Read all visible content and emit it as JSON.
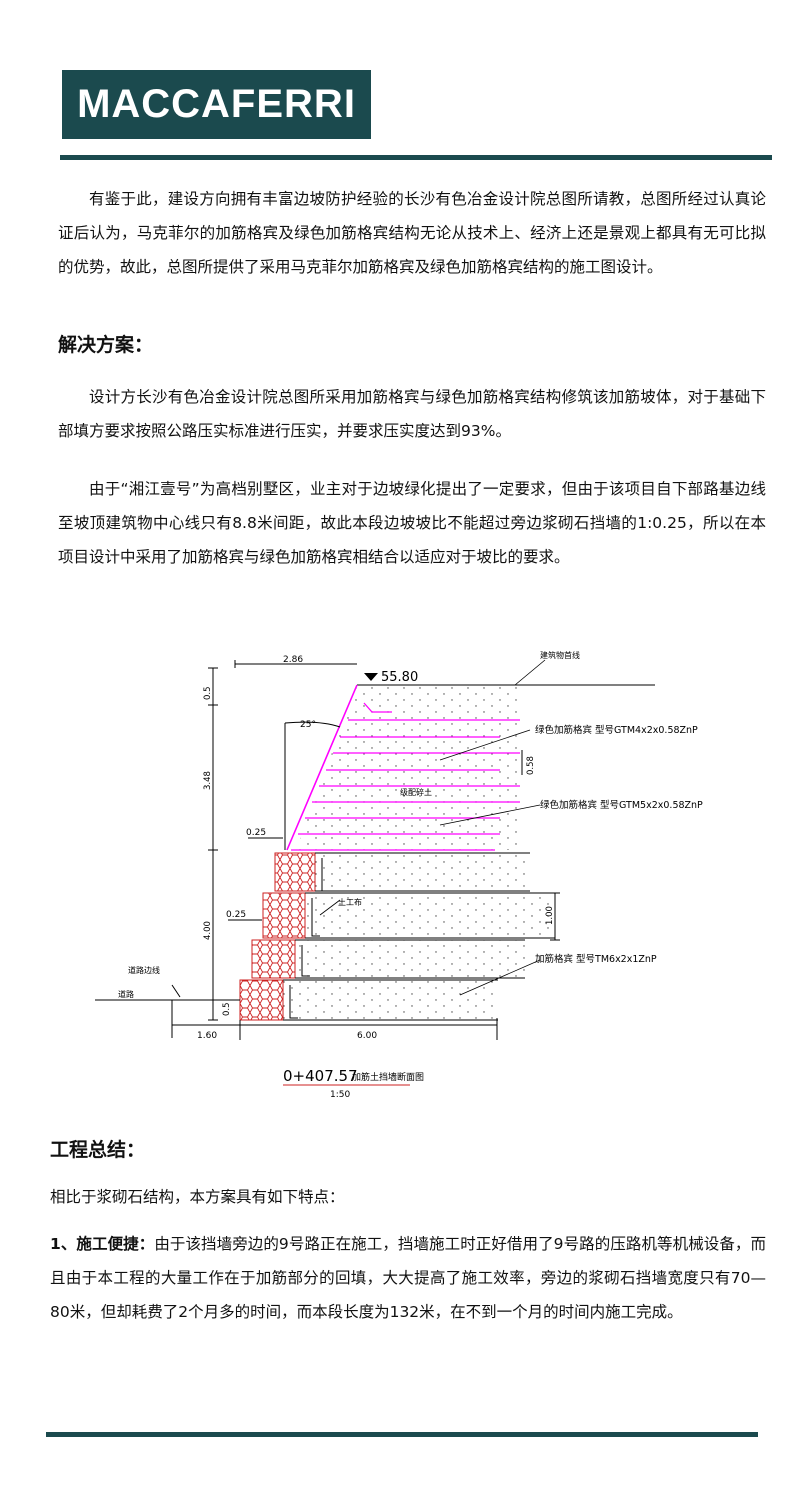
{
  "header": {
    "logo_text": "MACCAFERRI"
  },
  "intro": {
    "text": "有鉴于此，建设方向拥有丰富边坡防护经验的长沙有色冶金设计院总图所请教，总图所经过认真论证后认为，马克菲尔的加筋格宾及绿色加筋格宾结构无论从技术上、经济上还是景观上都具有无可比拟的优势，故此，总图所提供了采用马克菲尔加筋格宾及绿色加筋格宾结构的施工图设计。"
  },
  "solution": {
    "title": "解决方案：",
    "para1": "设计方长沙有色冶金设计院总图所采用加筋格宾与绿色加筋格宾结构修筑该加筋坡体，对于基础下部填方要求按照公路压实标准进行压实，并要求压实度达到93%。",
    "para2": "由于“湘江壹号”为高档别墅区，业主对于边坡绿化提出了一定要求，但由于该项目自下部路基边线至坡顶建筑物中心线只有8.8米间距，故此本段边坡坡比不能超过旁边浆砌石挡墙的1:0.25，所以在本项目设计中采用了加筋格宾与绿色加筋格宾相结合以适应对于坡比的要求。"
  },
  "figure": {
    "elevation": "55.80",
    "label_top_line": "建筑物首线",
    "label_green1": "绿色加筋格宾  型号GTM4x2x0.58ZnP",
    "label_green2": "绿色加筋格宾  型号GTM5x2x0.58ZnP",
    "label_gabion": "加筋格宾  型号TM6x2x1ZnP",
    "label_fill": "级配碎土",
    "label_geotextile": "土工布",
    "label_roadside": "道路边线",
    "label_road": "道路",
    "angle": "25°",
    "dim_top": "2.86",
    "dim_05_top": "0.5",
    "dim_348": "3.48",
    "dim_400": "4.00",
    "dim_05_bottom": "0.5",
    "dim_058": "0.58",
    "dim_100": "1.00",
    "dim_025_a": "0.25",
    "dim_025_b": "0.25",
    "dim_160": "1.60",
    "dim_600": "6.00",
    "caption_station": "0+407.57",
    "caption_title": "加筋土挡墙断面图",
    "caption_scale": "1:50"
  },
  "summary": {
    "title": "工程总结：",
    "lead": "相比于浆砌石结构，本方案具有如下特点：",
    "point1_label": "1、施工便捷：",
    "point1_text": "由于该挡墙旁边的9号路正在施工，挡墙施工时正好借用了9号路的压路机等机械设备，而且由于本工程的大量工作在于加筋部分的回填，大大提高了施工效率，旁边的浆砌石挡墙宽度只有70—80米，但却耗费了2个月多的时间，而本段长度为132米，在不到一个月的时间内施工完成。"
  },
  "colors": {
    "brand": "#1b4a4e",
    "reinforcement": "#ff00ff",
    "gabion": "#cc2222"
  }
}
